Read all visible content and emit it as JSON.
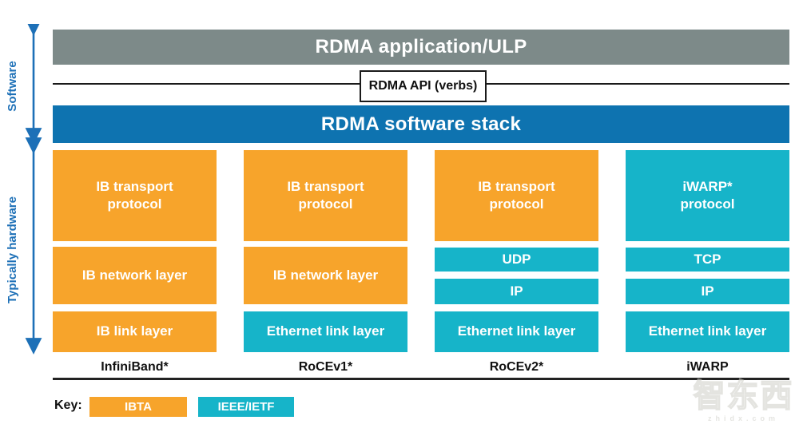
{
  "colors": {
    "orange": "#F7A42B",
    "cyan": "#16B4C9",
    "blue": "#0E73B0",
    "gray": "#7D8A89",
    "accent_blue": "#1D70B7"
  },
  "side": {
    "software_label": "Software",
    "hardware_label": "Typically hardware"
  },
  "top": {
    "application_bar": "RDMA application/ULP",
    "api_box": "RDMA API (verbs)",
    "software_stack_bar": "RDMA software stack"
  },
  "columns": [
    {
      "footer": "InfiniBand*",
      "transport": "IB transport\nprotocol",
      "mid": "IB network layer",
      "link": "IB link layer"
    },
    {
      "footer": "RoCEv1*",
      "transport": "IB transport\nprotocol",
      "mid": "IB network layer",
      "link": "Ethernet link layer"
    },
    {
      "footer": "RoCEv2*",
      "transport": "IB transport\nprotocol",
      "upper": "UDP",
      "lower": "IP",
      "link": "Ethernet link layer"
    },
    {
      "footer": "iWARP",
      "transport": "iWARP*\nprotocol",
      "upper": "TCP",
      "lower": "IP",
      "link": "Ethernet link layer"
    }
  ],
  "key": {
    "label": "Key:",
    "items": [
      {
        "label": "IBTA",
        "color": "orange"
      },
      {
        "label": "IEEE/IETF",
        "color": "cyan"
      }
    ]
  },
  "watermark": {
    "text": "智东西",
    "subtext": "zhidx.com"
  }
}
